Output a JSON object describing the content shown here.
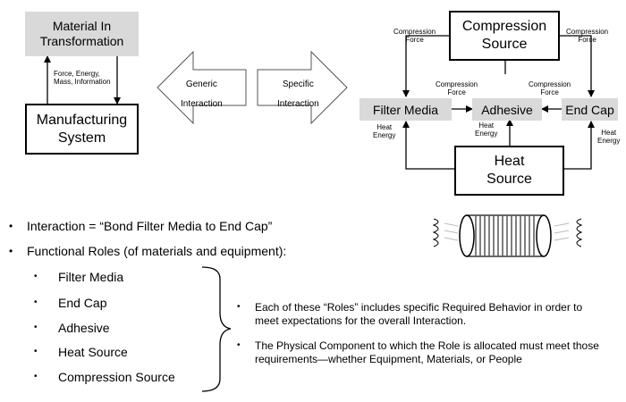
{
  "left": {
    "material_box": "Material In\nTransformation",
    "system_box": "Manufacturing\nSystem",
    "flow_label": "Force, Energy,\nMass, Information"
  },
  "arrows": {
    "generic": "Generic\nInteraction",
    "specific": "Specific\nInteraction"
  },
  "right": {
    "compression_source": "Compression\nSource",
    "heat_source": "Heat\nSource",
    "filter_media": "Filter Media",
    "adhesive": "Adhesive",
    "end_cap": "End Cap",
    "compression_force": "Compression\nForce",
    "heat_energy": "Heat\nEnergy"
  },
  "bullets": {
    "interaction": "Interaction = “Bond Filter Media to End Cap”",
    "roles_title": "Functional Roles (of materials and equipment):",
    "roles": [
      "Filter Media",
      "End Cap",
      "Adhesive",
      "Heat Source",
      "Compression Source"
    ],
    "notes": [
      "Each of these “Roles” includes specific Required Behavior in order to meet expectations for the overall Interaction.",
      "The Physical Component to which the Role is allocated must meet those requirements—whether  Equipment, Materials, or People"
    ]
  }
}
